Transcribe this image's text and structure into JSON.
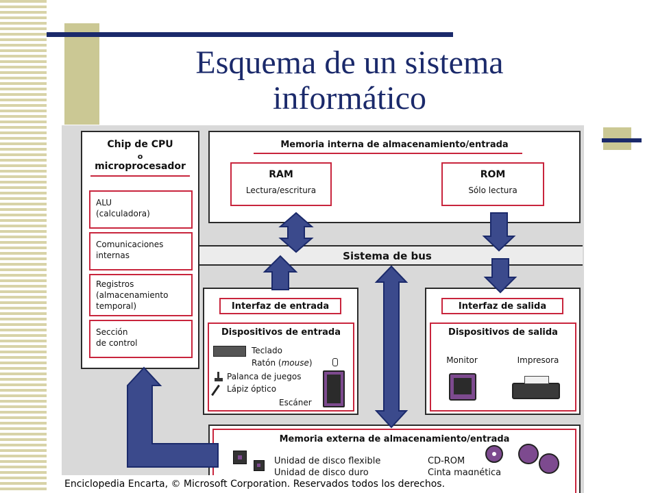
{
  "slide": {
    "title_line1": "Esquema de un sistema",
    "title_line2": "informático"
  },
  "diagram": {
    "cpu": {
      "title_line1": "Chip de CPU",
      "title_line2": "o",
      "title_line3": "microprocesador",
      "units": [
        "ALU\n(calculadora)",
        "Comunicaciones\ninternas",
        "Registros\n(almacenamiento\ntemporal)",
        "Sección\nde control"
      ]
    },
    "internal_memory": {
      "title": "Memoria interna de almacenamiento/entrada",
      "ram": {
        "name": "RAM",
        "desc": "Lectura/escritura"
      },
      "rom": {
        "name": "ROM",
        "desc": "Sólo lectura"
      }
    },
    "bus": {
      "label": "Sistema de bus"
    },
    "input": {
      "interface": "Interfaz de entrada",
      "devices_title": "Dispositivos de entrada",
      "keyboard": "Teclado",
      "mouse_prefix": "Ratón (",
      "mouse_italic": "mouse",
      "mouse_suffix": ")",
      "joystick": "Palanca de juegos",
      "light_pen": "Lápiz óptico",
      "scanner": "Escáner"
    },
    "output": {
      "interface": "Interfaz de salida",
      "devices_title": "Dispositivos de salida",
      "monitor": "Monitor",
      "printer": "Impresora"
    },
    "external_memory": {
      "title": "Memoria externa de almacenamiento/entrada",
      "floppy": "Unidad de disco flexible",
      "hard_disk": "Unidad de disco duro",
      "cdrom": "CD-ROM",
      "tape": "Cinta magnética"
    },
    "credit": "Enciclopedia Encarta, © Microsoft Corporation. Reservados todos los derechos."
  },
  "colors": {
    "arrow_fill": "#3b4a8c",
    "accent_red": "#c8243c",
    "title_blue": "#1b2a6b",
    "device_purple": "#7d4a8f"
  }
}
